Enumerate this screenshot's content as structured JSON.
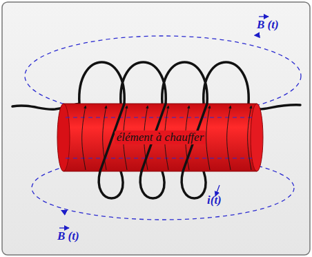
{
  "diagram": {
    "nodes": [
      {
        "text": [
          "élément à chauffer"
        ]
      }
    ],
    "labels": [
      "B (t)",
      "i(t)",
      "B (t)"
    ]
  }
}
